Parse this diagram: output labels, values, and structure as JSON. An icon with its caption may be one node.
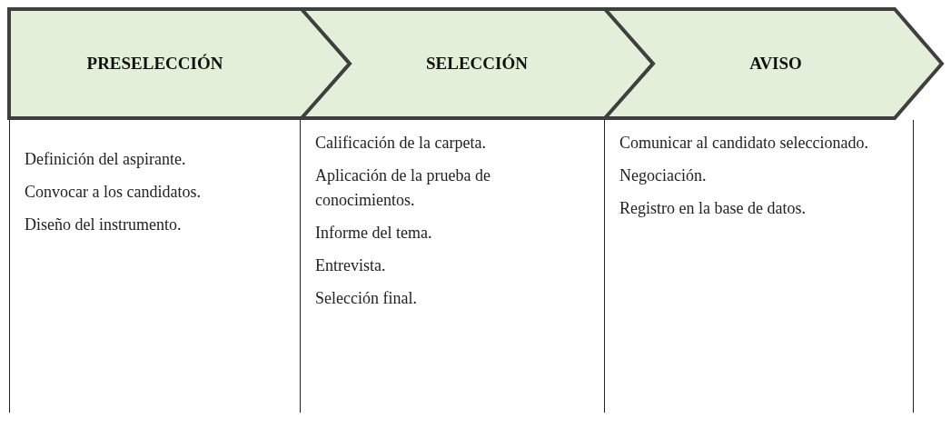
{
  "diagram": {
    "nodes": [
      {
        "text": [
          "PRESELECCIÓN"
        ]
      },
      {
        "text": [
          "SELECCIÓN"
        ]
      },
      {
        "text": [
          "AVISO"
        ]
      },
      {
        "text": [
          "Definición del aspirante.",
          "Convocar a los candidatos.",
          "Diseño del instrumento."
        ]
      },
      {
        "text": [
          "Calificación de la carpeta.",
          "Aplicación de la prueba de conocimientos.",
          "Informe del tema.",
          "Entrevista.",
          "Selección final."
        ]
      },
      {
        "text": [
          "Comunicar al candidato seleccionado.",
          "Negociación.",
          "Registro en la base de datos."
        ]
      }
    ],
    "edges": []
  }
}
